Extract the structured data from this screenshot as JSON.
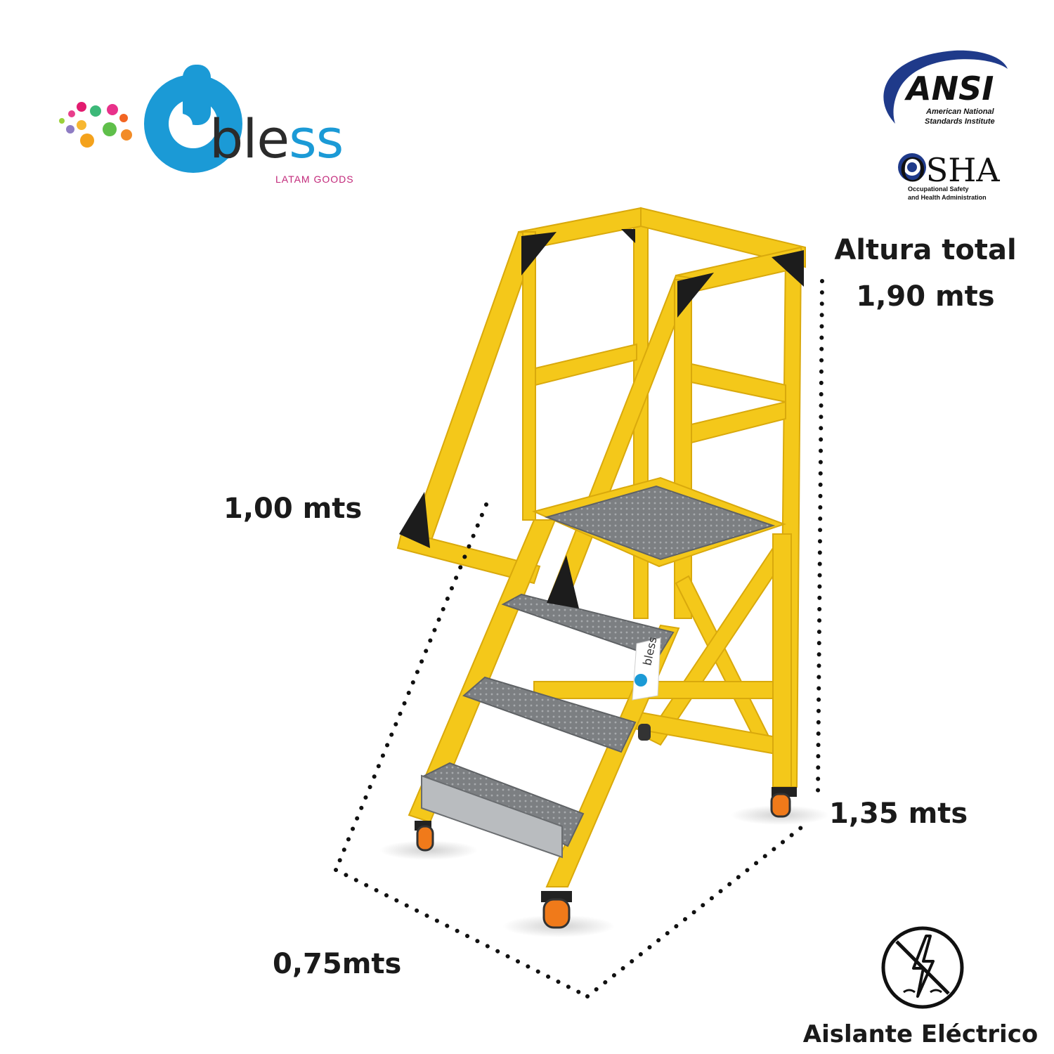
{
  "brand": {
    "name": "bless",
    "tagline": "LATAM GOODS",
    "colors": {
      "primary": "#1b9ad6",
      "accent": "#c2287a",
      "text": "#2b2b2b"
    }
  },
  "certifications": [
    {
      "name": "ANSI",
      "full_name": "American National Standards Institute"
    },
    {
      "name": "OSHA",
      "full_name": "Occupational Safety and Health Administration"
    }
  ],
  "dimensions": {
    "total_height_label": "Altura total",
    "total_height_value": "1,90 mts",
    "rail_height": "1,00 mts",
    "depth": "1,35 mts",
    "width": "0,75mts"
  },
  "feature": {
    "icon": "no-electricity-icon",
    "label": "Aislante Eléctrico"
  },
  "product": {
    "frame_color": "#f4c81a",
    "step_color": "#8a8d8f",
    "caster_color": "#f07a1a",
    "decal_text": "bless"
  }
}
